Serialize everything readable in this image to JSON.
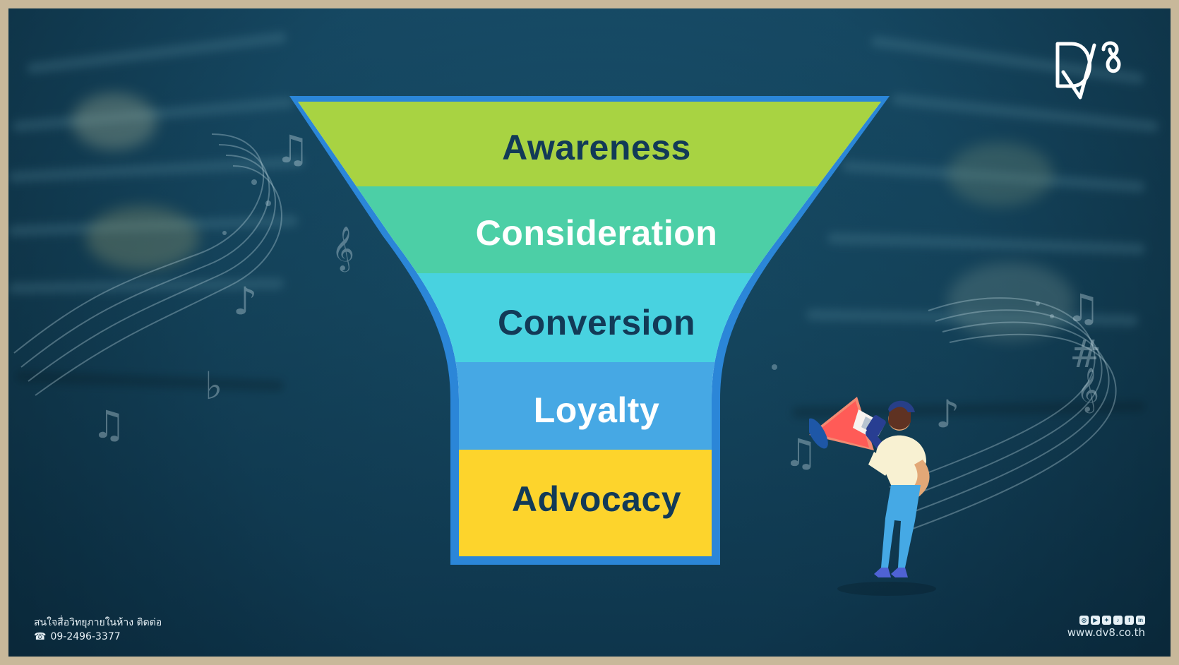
{
  "brand": {
    "logo_text": "DV8"
  },
  "funnel": {
    "stages": [
      {
        "label": "Awareness",
        "color": "#a8d342",
        "text_color": "#123a57"
      },
      {
        "label": "Consideration",
        "color": "#4ccfa6",
        "text_color": "#ffffff"
      },
      {
        "label": "Conversion",
        "color": "#48d2e0",
        "text_color": "#123a57"
      },
      {
        "label": "Loyalty",
        "color": "#46a8e4",
        "text_color": "#ffffff"
      },
      {
        "label": "Advocacy",
        "color": "#fdd42c",
        "text_color": "#123a57"
      }
    ],
    "outline_color": "#2b86d8",
    "outline_inner_color": "#ffffff"
  },
  "footer": {
    "left_line_1": "สนใจสื่อวิทยุภายในห้าง ติดต่อ",
    "left_line_2": "09-2496-3377",
    "website": "www.dv8.co.th"
  },
  "icons": {
    "phone": "phone-icon",
    "social": [
      "instagram-icon",
      "youtube-icon",
      "twitter-icon",
      "tiktok-icon",
      "facebook-icon",
      "linkedin-icon"
    ],
    "person": "megaphone-person-illustration",
    "music": "music-notes-decoration"
  },
  "theme": {
    "background_dark": "#103a52",
    "background_mid": "#174a63",
    "frame_light": "#c4b99b"
  }
}
